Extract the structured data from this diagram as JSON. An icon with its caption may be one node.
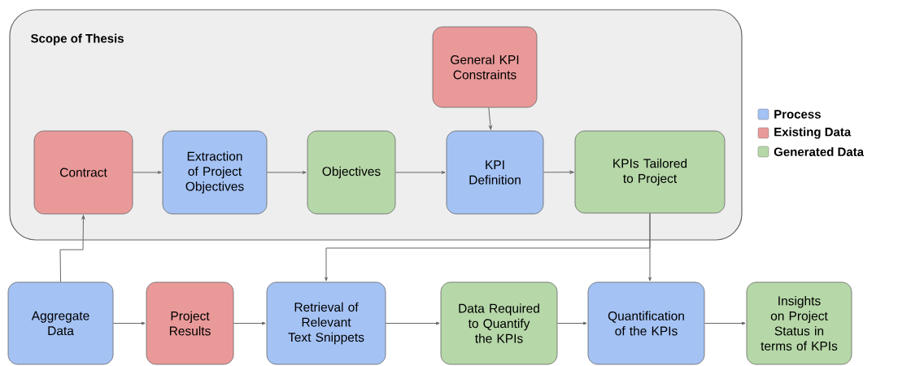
{
  "diagram": {
    "nodes": [
      {
        "text": [
          "Scope of Thesis"
        ]
      },
      {
        "text": [
          "General KPI Constraints"
        ],
        "in": 0
      },
      {
        "text": [
          "Contract"
        ],
        "in": 0
      },
      {
        "text": [
          "Extraction of Project Objectives"
        ],
        "in": 0
      },
      {
        "text": [
          "Objectives"
        ],
        "in": 0
      },
      {
        "text": [
          "KPI Definition"
        ],
        "in": 0
      },
      {
        "text": [
          "KPIs Tailored to Project"
        ],
        "in": 0
      },
      {
        "text": [
          "Aggregate Data"
        ]
      },
      {
        "text": [
          "Project Results"
        ]
      },
      {
        "text": [
          "Retrieval of Relevant Text Snippets"
        ]
      },
      {
        "text": [
          "Data Required to Quantify the KPIs"
        ]
      },
      {
        "text": [
          "Quantification of the KPIs"
        ]
      },
      {
        "text": [
          "Insights on Project Status in terms of KPIs"
        ]
      }
    ],
    "edges": [
      {
        "from": 1,
        "to": 5,
        "arrow": "to"
      },
      {
        "from": 2,
        "to": 3,
        "arrow": "to"
      },
      {
        "from": 3,
        "to": 4,
        "arrow": "to"
      },
      {
        "from": 4,
        "to": 5,
        "arrow": "to"
      },
      {
        "from": 5,
        "to": 6,
        "arrow": "to"
      },
      {
        "from": 7,
        "to": 2,
        "arrow": "to"
      },
      {
        "from": 7,
        "to": 8,
        "arrow": "to"
      },
      {
        "from": 8,
        "to": 9,
        "arrow": "to"
      },
      {
        "from": 9,
        "to": 10,
        "arrow": "to"
      },
      {
        "from": 10,
        "to": 11,
        "arrow": "to"
      },
      {
        "from": 11,
        "to": 12,
        "arrow": "to"
      },
      {
        "from": 6,
        "to": 9,
        "arrow": "to"
      },
      {
        "from": 6,
        "to": 11,
        "arrow": "to"
      }
    ],
    "legend": [
      {
        "text": "Process",
        "color": "#a4c2f4"
      },
      {
        "text": "Existing Data",
        "color": "#ea9999"
      },
      {
        "text": "Generated Data",
        "color": "#b6d7a8"
      }
    ]
  }
}
